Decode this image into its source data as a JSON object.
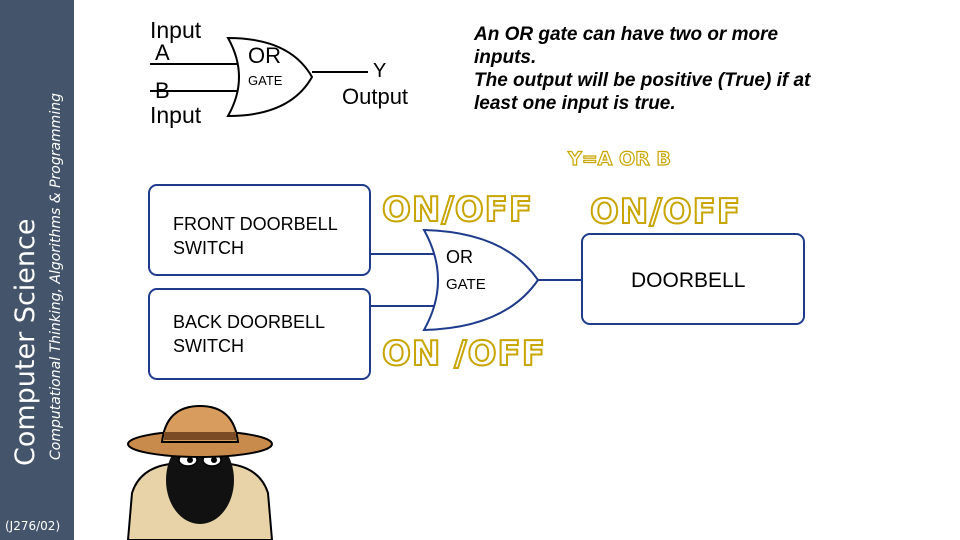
{
  "sidebar": {
    "title": "Computer Science",
    "subtitle": "Computational Thinking, Algorithms & Programming",
    "code": "(J276/02)"
  },
  "top_gate": {
    "input_top_label": "Input",
    "input_a": "A",
    "input_b": "B",
    "input_bottom_label": "Input",
    "gate_name": "OR",
    "gate_word": "GATE",
    "output_letter": "Y",
    "output_label": "Output"
  },
  "description": {
    "line1": "An OR gate can have two or more inputs.",
    "line2": "The output will be positive (True) if at least one input is true."
  },
  "formula": "Y=A OR B",
  "switches": {
    "front": "FRONT DOORBELL\nSWITCH",
    "back": "BACK DOORBELL\nSWITCH"
  },
  "on_off_labels": {
    "front": "ON/OFF",
    "back": "ON /OFF",
    "doorbell": "ON/OFF"
  },
  "bottom_gate": {
    "gate_name": "OR",
    "gate_word": "GATE"
  },
  "doorbell": {
    "label": "DOORBELL"
  },
  "colors": {
    "sidebar": "#44546a",
    "box_border": "#1f3c8c",
    "on_off_outline": "#c8a500"
  }
}
